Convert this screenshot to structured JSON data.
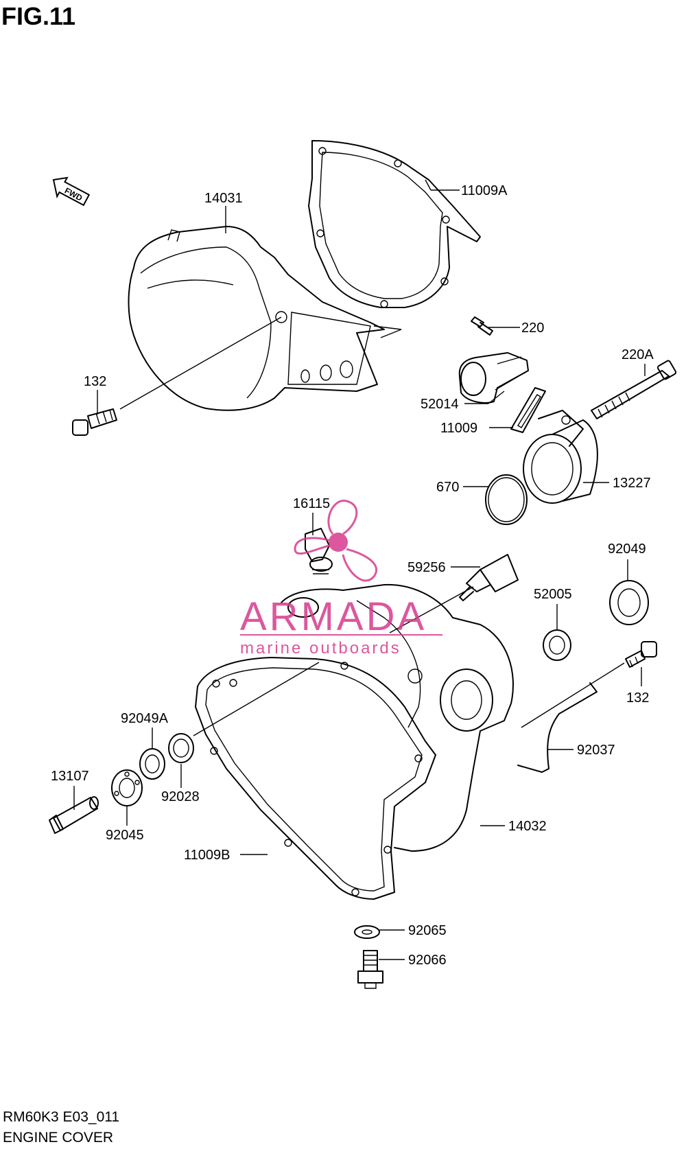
{
  "figure": {
    "title": "FIG.11",
    "model_code": "RM60K3 E03_011",
    "section_name": "ENGINE COVER",
    "direction_marker": "FWD"
  },
  "watermark": {
    "brand": "ARMADA",
    "tagline": "marine outboards",
    "color": "#d63a8c"
  },
  "part_labels": {
    "p14031": "14031",
    "p11009A": "11009A",
    "p220": "220",
    "p220A": "220A",
    "p132_top": "132",
    "p52014": "52014",
    "p11009": "11009",
    "p670": "670",
    "p13227": "13227",
    "p16115": "16115",
    "p59256": "59256",
    "p92049": "92049",
    "p52005": "52005",
    "p132_right": "132",
    "p92049A": "92049A",
    "p92037": "92037",
    "p13107": "13107",
    "p92028": "92028",
    "p92045": "92045",
    "p14032": "14032",
    "p11009B": "11009B",
    "p92065": "92065",
    "p92066": "92066"
  }
}
